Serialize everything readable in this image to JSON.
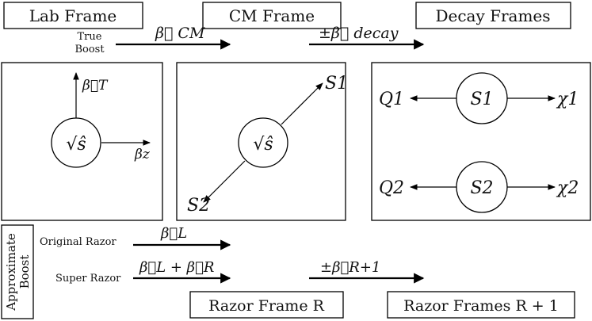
{
  "frames": {
    "lab": "Lab Frame",
    "cm": "CM Frame",
    "decay": "Decay Frames",
    "razor": "Razor Frame R",
    "razor_next": "Razor Frames R + 1"
  },
  "boosts": {
    "true_line1": "True",
    "true_line2": "Boost",
    "beta_cm": "β⃗ CM",
    "pm_beta_decay": "±β⃗ decay",
    "approx_line1": "Approximate",
    "approx_line2": "Boost",
    "original_razor": "Original Razor",
    "super_razor": "Super Razor",
    "beta_L": "β⃗L",
    "beta_L_plus_R": "β⃗L + β⃗R",
    "pm_beta_R1": "±β⃗R+1"
  },
  "panels": {
    "lab_circle": "√ŝ",
    "beta_T": "β⃗T",
    "beta_z": "βz",
    "cm_circle": "√ŝ",
    "cm_S1": "S1",
    "cm_S2": "S2",
    "decay_S1": "S1",
    "decay_S2": "S2",
    "Q1": "Q1",
    "Q2": "Q2",
    "chi1": "χ1",
    "chi2": "χ2"
  }
}
